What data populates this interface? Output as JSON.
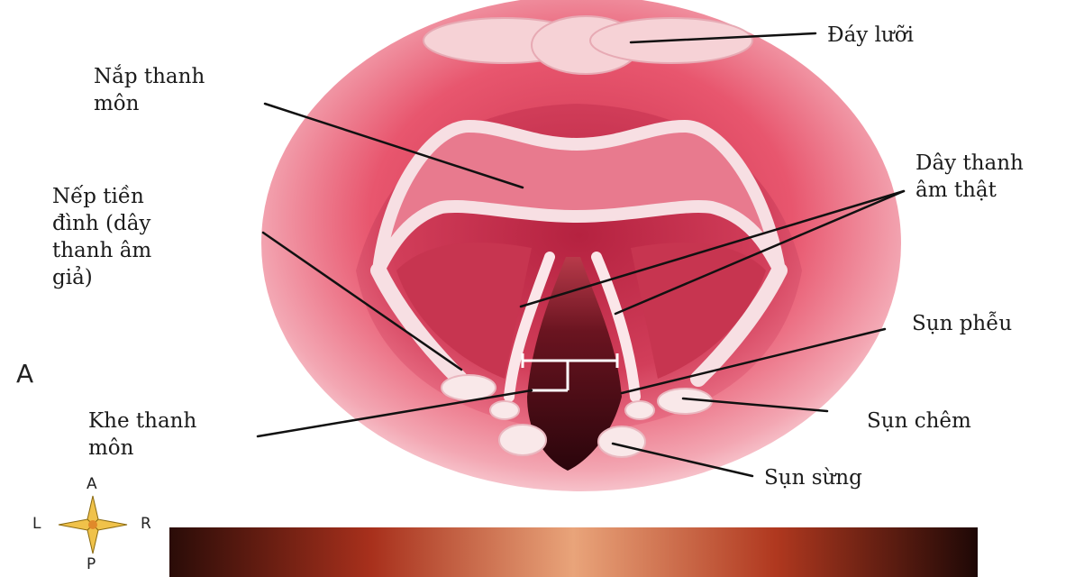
{
  "labels": {
    "day_luoi": "Đáy lưỡi",
    "nap_thanh_mon": "Nắp thanh\nmôn",
    "nep_tien_dinh": "Nếp tiền\nđình (dây\nthanh âm\ngiả)",
    "day_thanh_am_that": "Dây thanh\nâm thật",
    "sun_pheu": "Sụn phễu",
    "khe_thanh_mon": "Khe thanh\nmôn",
    "sun_chem": "Sụn chêm",
    "sun_sung": "Sụn sừng"
  },
  "panel_label": "A",
  "compass": {
    "top": "A",
    "left": "L",
    "right": "R",
    "bottom": "P"
  },
  "colors": {
    "tissue_outer": "#f7c9cf",
    "tissue_mid": "#e8566e",
    "tissue_deep": "#c92f4c",
    "glottis": "#3a0a12",
    "cartilage": "#f8e6e6",
    "leader_line": "#111111"
  }
}
